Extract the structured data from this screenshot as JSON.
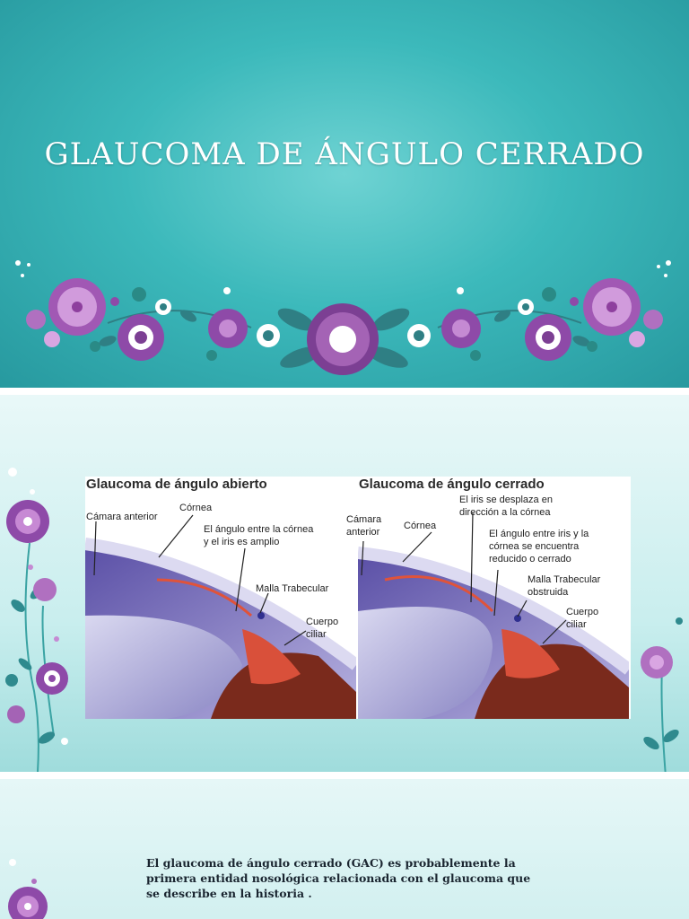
{
  "slide1": {
    "title": "GLAUCOMA DE ÁNGULO CERRADO"
  },
  "figure": {
    "open": {
      "title": "Glaucoma de ángulo abierto",
      "label_chamber": "Cámara anterior",
      "label_cornea": "Córnea",
      "label_angle_1": "El ángulo entre la córnea",
      "label_angle_2": "y el iris es amplio",
      "label_trabecular": "Malla Trabecular",
      "label_ciliary_1": "Cuerpo",
      "label_ciliary_2": "ciliar"
    },
    "closed": {
      "title": "Glaucoma de ángulo cerrado",
      "label_iris_1": "El iris se desplaza en",
      "label_iris_2": "dirección a la córnea",
      "label_chamber_1": "Cámara",
      "label_chamber_2": "anterior",
      "label_cornea": "Córnea",
      "label_angle_1": "El ángulo entre iris y la",
      "label_angle_2": "córnea se encuentra",
      "label_angle_3": "reducido o cerrado",
      "label_trabecular_1": "Malla Trabecular",
      "label_trabecular_2": "obstruida",
      "label_ciliary_1": "Cuerpo",
      "label_ciliary_2": "ciliar"
    }
  },
  "slide3": {
    "text_1": "El glaucoma de ángulo cerrado (GAC) es probablemente la",
    "text_2": "primera entidad nosológica relacionada con el glaucoma que",
    "text_3": "se describe en la historia ."
  },
  "colors": {
    "teal": "#3cb9bb",
    "purple": "#8e4aa8",
    "leaf": "#2f8a8e"
  }
}
